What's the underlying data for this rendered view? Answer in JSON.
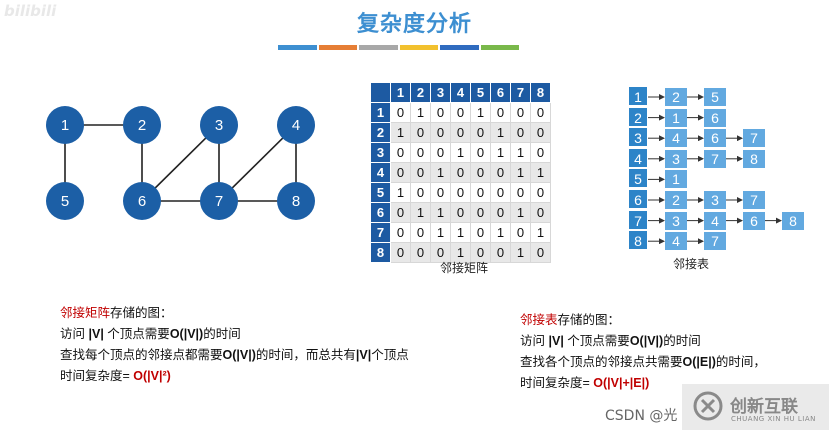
{
  "header": {
    "title": "复杂度分析",
    "bar_colors": [
      "#3d8fd1",
      "#e67e35",
      "#a8a8a8",
      "#f2c12e",
      "#2f6bbf",
      "#79b84a"
    ],
    "watermark": "bilibili"
  },
  "graph": {
    "node_color": "#1c5fa6",
    "nodes": [
      "1",
      "2",
      "3",
      "4",
      "5",
      "6",
      "7",
      "8"
    ],
    "edges": [
      [
        "1",
        "2"
      ],
      [
        "1",
        "5"
      ],
      [
        "2",
        "6"
      ],
      [
        "3",
        "6"
      ],
      [
        "3",
        "7"
      ],
      [
        "4",
        "7"
      ],
      [
        "4",
        "8"
      ],
      [
        "6",
        "7"
      ],
      [
        "7",
        "8"
      ]
    ]
  },
  "matrix": {
    "headers": [
      "1",
      "2",
      "3",
      "4",
      "5",
      "6",
      "7",
      "8"
    ],
    "rows": [
      [
        "0",
        "1",
        "0",
        "0",
        "1",
        "0",
        "0",
        "0"
      ],
      [
        "1",
        "0",
        "0",
        "0",
        "0",
        "1",
        "0",
        "0"
      ],
      [
        "0",
        "0",
        "0",
        "1",
        "0",
        "1",
        "1",
        "0"
      ],
      [
        "0",
        "0",
        "1",
        "0",
        "0",
        "0",
        "1",
        "1"
      ],
      [
        "1",
        "0",
        "0",
        "0",
        "0",
        "0",
        "0",
        "0"
      ],
      [
        "0",
        "1",
        "1",
        "0",
        "0",
        "0",
        "1",
        "0"
      ],
      [
        "0",
        "0",
        "1",
        "1",
        "0",
        "1",
        "0",
        "1"
      ],
      [
        "0",
        "0",
        "0",
        "1",
        "0",
        "0",
        "1",
        "0"
      ]
    ],
    "caption": "邻接矩阵"
  },
  "adj_list": {
    "heads": [
      "1",
      "2",
      "3",
      "4",
      "5",
      "6",
      "7",
      "8"
    ],
    "lists": [
      [
        "2",
        "5"
      ],
      [
        "1",
        "6"
      ],
      [
        "4",
        "6",
        "7"
      ],
      [
        "3",
        "7",
        "8"
      ],
      [
        "1"
      ],
      [
        "2",
        "3",
        "7"
      ],
      [
        "3",
        "4",
        "6",
        "8"
      ],
      [
        "4",
        "7"
      ]
    ],
    "caption": "邻接表"
  },
  "text_matrix": {
    "line1_kw": "邻接矩阵",
    "line1_rest": "存储的图：",
    "line2_a": "访问 ",
    "line2_b": "|V|",
    "line2_c": " 个顶点需要",
    "line2_d": "O(|V|)",
    "line2_e": "的时间",
    "line3_a": "查找每个顶点的邻接点都需要",
    "line3_b": "O(|V|)",
    "line3_c": "的时间，而总共有",
    "line3_d": "|V|",
    "line3_e": "个顶点",
    "line4_a": "时间复杂度= ",
    "line4_b": "O(|V|²)"
  },
  "text_list": {
    "line1_kw": "邻接表",
    "line1_rest": "存储的图：",
    "line2_a": "访问 ",
    "line2_b": "|V|",
    "line2_c": " 个顶点需要",
    "line2_d": "O(|V|)",
    "line2_e": "的时间",
    "line3_a": "查找各个顶点的邻接点共需要",
    "line3_b": "O(|E|)",
    "line3_c": "的时间，",
    "line4_a": "时间复杂度= ",
    "line4_b": "O(|V|+|E|)"
  },
  "footer": {
    "csdn": "CSDN @光",
    "logo_cn": "创新互联",
    "logo_en": "CHUANG XIN HU LIAN"
  }
}
